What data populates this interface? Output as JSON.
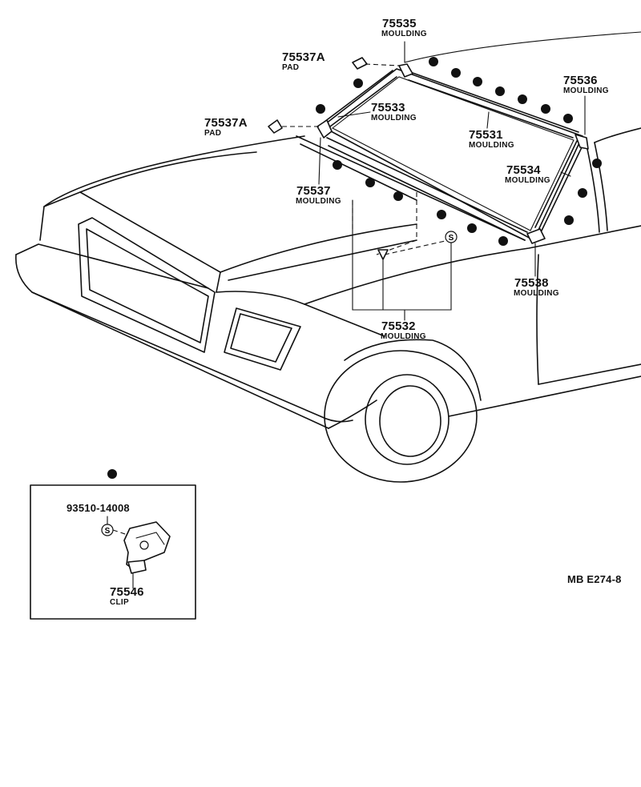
{
  "diagram_ref": "MB E274-8",
  "parts": [
    {
      "number": "75535",
      "name": "MOULDING"
    },
    {
      "number": "75537A",
      "name": "PAD"
    },
    {
      "number": "75537A",
      "name": "PAD"
    },
    {
      "number": "75533",
      "name": "MOULDING"
    },
    {
      "number": "75536",
      "name": "MOULDING"
    },
    {
      "number": "75531",
      "name": "MOULDING"
    },
    {
      "number": "75534",
      "name": "MOULDING"
    },
    {
      "number": "75537",
      "name": "MOULDING"
    },
    {
      "number": "75538",
      "name": "MOULDING"
    },
    {
      "number": "75532",
      "name": "MOULDING"
    }
  ],
  "inset": {
    "screw_number": "93510-14008",
    "screw_symbol": "S",
    "clip": {
      "number": "75546",
      "name": "CLIP"
    }
  },
  "symbols": {
    "screw": "S"
  }
}
